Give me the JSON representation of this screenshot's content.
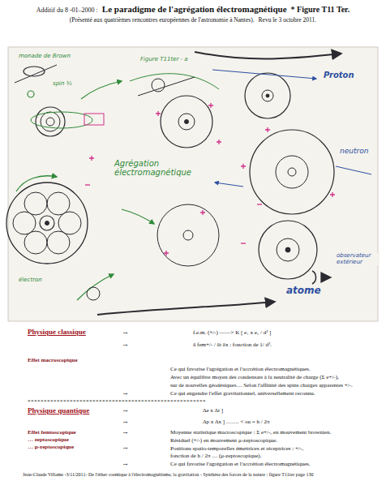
{
  "diagram": {
    "title": "Le paradigme de l'agrégation électromagnétique",
    "labels": [
      "Additif du 8 -01–2000 :",
      "* Figure T11 Ter.",
      "(Présenté aux quatrièmes rencontres européennes de l'astronomie à Nantes).",
      "Revu le 3 octobre 2011.",
      "monade de Brown",
      "spin ½",
      "Figure T11ter - a",
      "Proton",
      "neutron",
      "Agrégation électromagnétique",
      "électron",
      "observateur extérieur",
      "atome",
      "Physique classique",
      "→",
      "f.e.m. (+/-) ——> K [ e₁ x e₂ / d² ]",
      "→",
      "δ fem+/- / δt δx : fonction de 1/ d².",
      "Effet macroscopique",
      "Ce qui favorise l'agrégation et l'accrétion électromagnétiques.",
      "Avec un équilibre moyen des condensats à la neutralité de charge (Σ e+/-),",
      "sur de nouvelles géodésiques… Selon l'affinité des spins charges apparentes +/-.",
      "→",
      "Ce qui engendre l'effet gravitationnel, universellement reconnu.",
      "*******************************************************",
      "Physique quantique",
      "→",
      "Δe x Δt ]",
      "→",
      "Δp x Δx ] ……. < ou = h / 2π",
      "Effet femtoscopique",
      "→",
      "Moyenne statistique macroscopique : Σ e+/-, en mouvement brownien.",
      "… zeptoscopique",
      "Résiduel (+/-) en mouvement μ-zeptoscopique.",
      "… μ-zeptoscopique",
      "→",
      "Positions spatio-temporelles émettrices et réceptrices : +/-,",
      "fonction de h / 2π … (μ-zeptoscopique).",
      "→",
      "Ce qui favorise l'agrégation et l'accrétion électromagnétiques.",
      "Jean-Claude Villame -3/11/2011- De l'éther cosmique à l'électromagnétisme, la gravitation - Synthèse des forces de la nature : figure T11ter page 130"
    ]
  }
}
